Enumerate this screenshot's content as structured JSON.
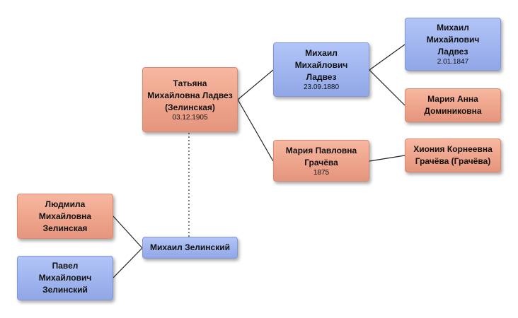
{
  "colors": {
    "female": "#eda28a",
    "male": "#9eb3ee",
    "connector": "#222222"
  },
  "people": {
    "tatyana": {
      "name": "Татьяна Михайловна Ладвез (Зелинская)",
      "date": "03.12.1905"
    },
    "mikhail_father": {
      "name": "Михаил Михайлович Ладвез",
      "date": "23.09.1880"
    },
    "mikhail_grandfather": {
      "name": "Михаил Михайлович Ладвез",
      "date": "2.01.1847"
    },
    "maria_anna": {
      "name": "Мария Анна Доминиковна"
    },
    "maria_pavlovna": {
      "name": "Мария Павловна Грачёва",
      "date": "1875"
    },
    "khioniya": {
      "name": "Хиония Корнеевна Грачёва (Грачёва)"
    },
    "lyudmila": {
      "name": "Людмила Михайловна Зелинская"
    },
    "pavel": {
      "name": "Павел Михайлович Зелинский"
    },
    "mikhail_zelinsky": {
      "name": "Михаил Зелинский"
    }
  }
}
